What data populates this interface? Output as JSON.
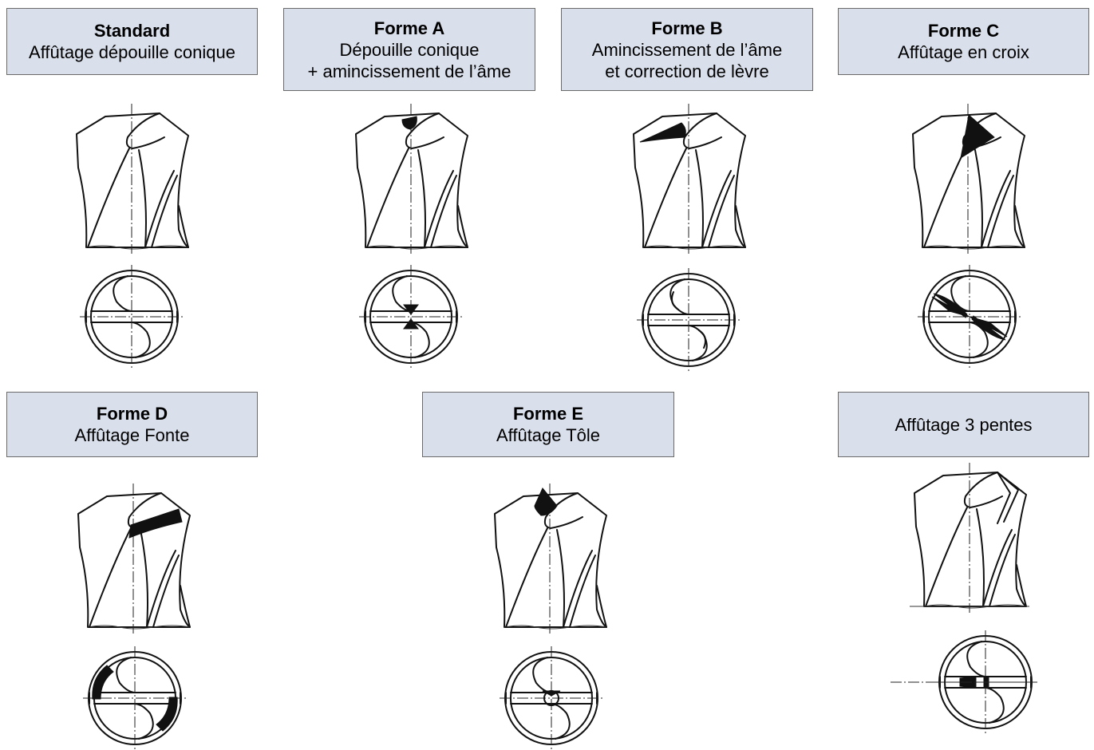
{
  "cards": [
    {
      "id": "standard",
      "title": "Standard",
      "lines": [
        "Affûtage dépouille conique"
      ],
      "shading": "none"
    },
    {
      "id": "forme-a",
      "title": "Forme A",
      "lines": [
        "Dépouille conique",
        "+ amincissement de l’âme"
      ],
      "shading": "tip"
    },
    {
      "id": "forme-b",
      "title": "Forme B",
      "lines": [
        "Amincissement de l’âme",
        "et correction de lèvre"
      ],
      "shading": "lip"
    },
    {
      "id": "forme-c",
      "title": "Forme C",
      "lines": [
        "Affûtage en croix"
      ],
      "shading": "cross"
    },
    {
      "id": "forme-d",
      "title": "Forme D",
      "lines": [
        "Affûtage Fonte"
      ],
      "shading": "band"
    },
    {
      "id": "forme-e",
      "title": "Forme E",
      "lines": [
        "Affûtage Tôle"
      ],
      "shading": "point"
    },
    {
      "id": "trois-pentes",
      "title": "",
      "lines": [
        "Affûtage 3 pentes"
      ],
      "shading": "three"
    }
  ]
}
